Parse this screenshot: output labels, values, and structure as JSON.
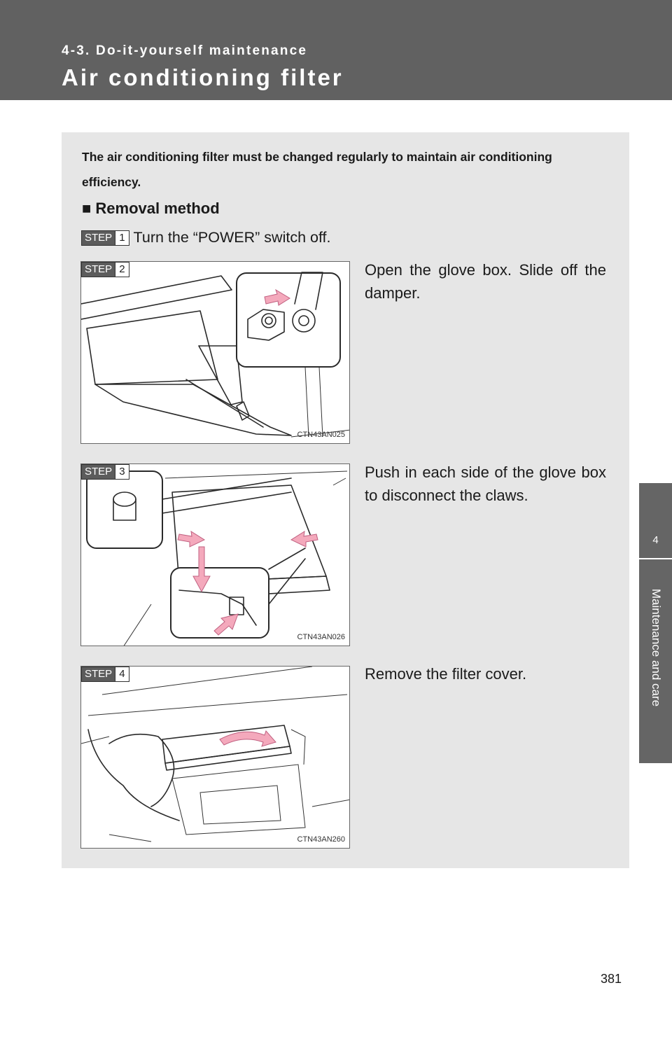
{
  "header": {
    "section": "4-3. Do-it-yourself maintenance",
    "title": "Air conditioning filter"
  },
  "side_tab": {
    "number": "4",
    "label": "Maintenance and care"
  },
  "intro": "The air conditioning filter must be changed regularly to maintain air conditioning efficiency.",
  "subheading": "■ Removal method",
  "steps": [
    {
      "label": "STEP",
      "number": "1",
      "text": "Turn the “POWER” switch off."
    },
    {
      "label": "STEP",
      "number": "2",
      "text": "Open the glove box. Slide off the damper.",
      "figure_code": "CTN43AN025"
    },
    {
      "label": "STEP",
      "number": "3",
      "text": "Push in each side of the glove box to disconnect the claws.",
      "figure_code": "CTN43AN026"
    },
    {
      "label": "STEP",
      "number": "4",
      "text": "Remove the filter cover.",
      "figure_code": "CTN43AN260"
    }
  ],
  "page_number": "381",
  "colors": {
    "header_bg": "#616161",
    "panel_bg": "#e6e6e6",
    "arrow": "#f4a9bc"
  }
}
